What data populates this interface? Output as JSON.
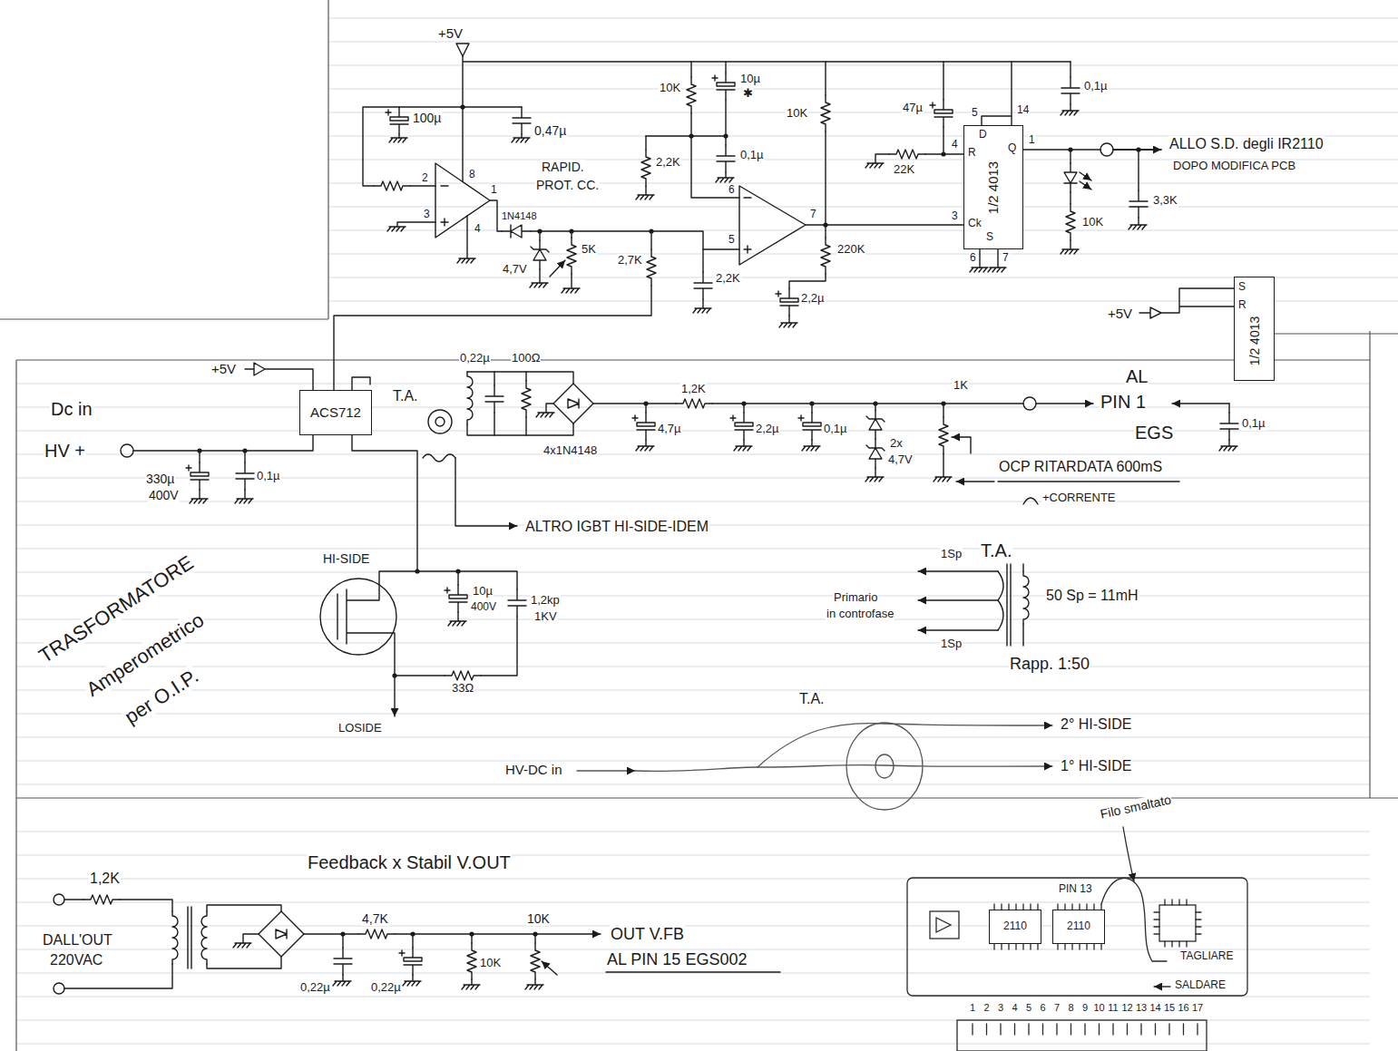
{
  "diagram": {
    "nodes": [
      {
        "text": [
          "1/2 4013"
        ]
      },
      {
        "text": [
          "1/2 4013"
        ]
      },
      {
        "text": [
          "ACS712"
        ]
      },
      {
        "text": [
          "2110"
        ]
      },
      {
        "text": [
          "2110"
        ]
      }
    ],
    "labels": [
      "+5V",
      "100µ",
      "0,47µ",
      "2",
      "3",
      "8",
      "1",
      "4",
      "1N4148",
      "RAPID.",
      "PROT. CC.",
      "4,7V",
      "5K",
      "2,7K",
      "10K",
      "2,2K",
      "10µ",
      "✱",
      "0,1µ",
      "10K",
      "6",
      "5",
      "7",
      "2,2K",
      "2,2µ",
      "220K",
      "47µ",
      "22K",
      "4",
      "5",
      "14",
      "D",
      "R",
      "Q",
      "1",
      "Ck",
      "3",
      "S",
      "6",
      "7",
      "0,1µ",
      "ALLO S.D. degli IR2110",
      "DOPO MODIFICA PCB",
      "10K",
      "3,3K",
      "+5V",
      "S",
      "R",
      "+5V",
      "Dc in",
      "HV +",
      "330µ",
      "400V",
      "0,1µ",
      "T.A.",
      "0,22µ",
      "100Ω",
      "4x1N4148",
      "1,2K",
      "4,7µ",
      "2,2µ",
      "0,1µ",
      "2x",
      "4,7V",
      "1K",
      "AL",
      "PIN 1",
      "0,1µ",
      "EGS",
      "OCP RITARDATA 600mS",
      "+CORRENTE",
      "ALTRO IGBT HI-SIDE-IDEM",
      "HI-SIDE",
      "10µ",
      "400V",
      "1,2kp",
      "1KV",
      "33Ω",
      "LOSIDE",
      "TRASFORMATORE",
      "Amperometrico",
      "per O.I.P.",
      "T.A.",
      "1Sp",
      "50 Sp = 11mH",
      "Primario",
      "in controfase",
      "1Sp",
      "Rapp. 1:50",
      "T.A.",
      "HV-DC in",
      "2° HI-SIDE",
      "1° HI-SIDE",
      "1,2K",
      "DALL'OUT",
      "220VAC",
      "Feedback x Stabil V.OUT",
      "4,7K",
      "10K",
      "0,22µ",
      "0,22µ",
      "10K",
      "OUT V.FB",
      "AL PIN 15 EGS002",
      "Filo smaltato",
      "PIN 13",
      "TAGLIARE",
      "SALDARE",
      "1",
      "2",
      "3",
      "4",
      "5",
      "6",
      "7",
      "8",
      "9",
      "10",
      "11",
      "12",
      "13",
      "14",
      "15",
      "16",
      "17"
    ]
  }
}
